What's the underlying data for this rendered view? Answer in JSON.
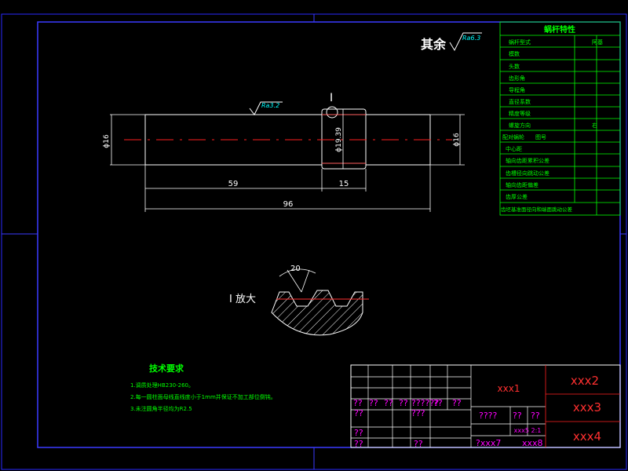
{
  "roughness_note": {
    "prefix": "其余",
    "symbol_value": "Ra6.3"
  },
  "shaft": {
    "roughness_value": "Ra3.2",
    "section_mark": "I",
    "dims": {
      "left_dia": "ϕ16",
      "mid_dia": "ϕ19.39",
      "right_dia": "ϕ16",
      "len_59": "59",
      "len_15": "15",
      "len_96": "96"
    }
  },
  "detail": {
    "label": "I 放大",
    "angle": "20"
  },
  "tech_req": {
    "title": "技术要求",
    "items": [
      "1.调质处理HB230-260。",
      "2.每一圆柱面母线直线度小于1mm并保证不加工部位倒钝。",
      "3.未注圆角半径均为R2.5"
    ]
  },
  "param_table": {
    "title": "蜗杆特性",
    "rows": [
      [
        "蜗杆型式",
        "阿基"
      ],
      [
        "模数",
        ""
      ],
      [
        "头数",
        ""
      ],
      [
        "齿形角",
        ""
      ],
      [
        "导程角",
        ""
      ],
      [
        "直径系数",
        ""
      ],
      [
        "精度等级",
        ""
      ],
      [
        "螺旋方向",
        "右"
      ],
      [
        "配对蜗轮",
        "图号"
      ],
      [
        "中心距",
        ""
      ],
      [
        "轴向齿距累积公差",
        ""
      ],
      [
        "齿槽径向跳动公差",
        ""
      ],
      [
        "轴向齿距偏差",
        ""
      ],
      [
        "齿厚公差",
        ""
      ],
      [
        "齿坯基准面径向和端面跳动公差",
        ""
      ]
    ]
  },
  "title_block": {
    "name": "xxx1",
    "code2": "xxx2",
    "code3": "xxx3",
    "code4": "xxx4",
    "scale": "xxx5 2:1",
    "footer_left": "?xxx7",
    "footer_right": "xxx8",
    "marks": [
      "??",
      "??",
      "??",
      "??",
      "??????",
      "??",
      "??",
      "??",
      "???",
      "????",
      "??",
      "??",
      "??",
      "??",
      "??"
    ]
  },
  "colors": {
    "frame": "#0000ff",
    "green": "#00ff00",
    "cyan": "#00ffff",
    "magenta": "#ff00ff",
    "red": "#ff3030"
  }
}
